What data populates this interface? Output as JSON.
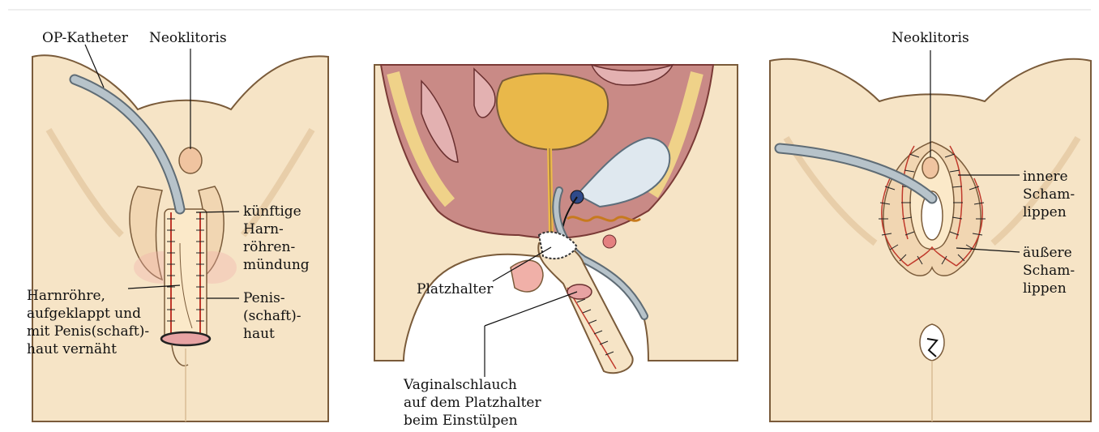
{
  "panels": [
    {
      "id": "left",
      "labels": {
        "op_catheter": "OP-Katheter",
        "neoclitoris": "Neoklitoris",
        "future_urethral_opening": "künftige\nHarn-\nröhren-\nmündung",
        "urethra_sutured": "Harnröhre,\naufgeklappt und\nmit Penis(schaft)-\nhaut vernäht",
        "penile_skin": "Penis-\n(schaft)-\nhaut"
      }
    },
    {
      "id": "middle",
      "labels": {
        "placeholder": "Platzhalter",
        "vaginal_tube": "Vaginalschlauch\nauf dem Platzhalter\nbeim Einstülpen"
      }
    },
    {
      "id": "right",
      "labels": {
        "neoclitoris": "Neoklitoris",
        "inner_labia": "innere\nScham-\nlippen",
        "outer_labia": "äußere\nScham-\nlippen"
      }
    }
  ],
  "colors": {
    "skin": "#f6e4c6",
    "skin_shadow": "#e8caa0",
    "tissue_red": "#b65050",
    "bladder_yellow": "#e9b84a",
    "catheter": "#a8b4bc",
    "suture": "#c0392b"
  }
}
